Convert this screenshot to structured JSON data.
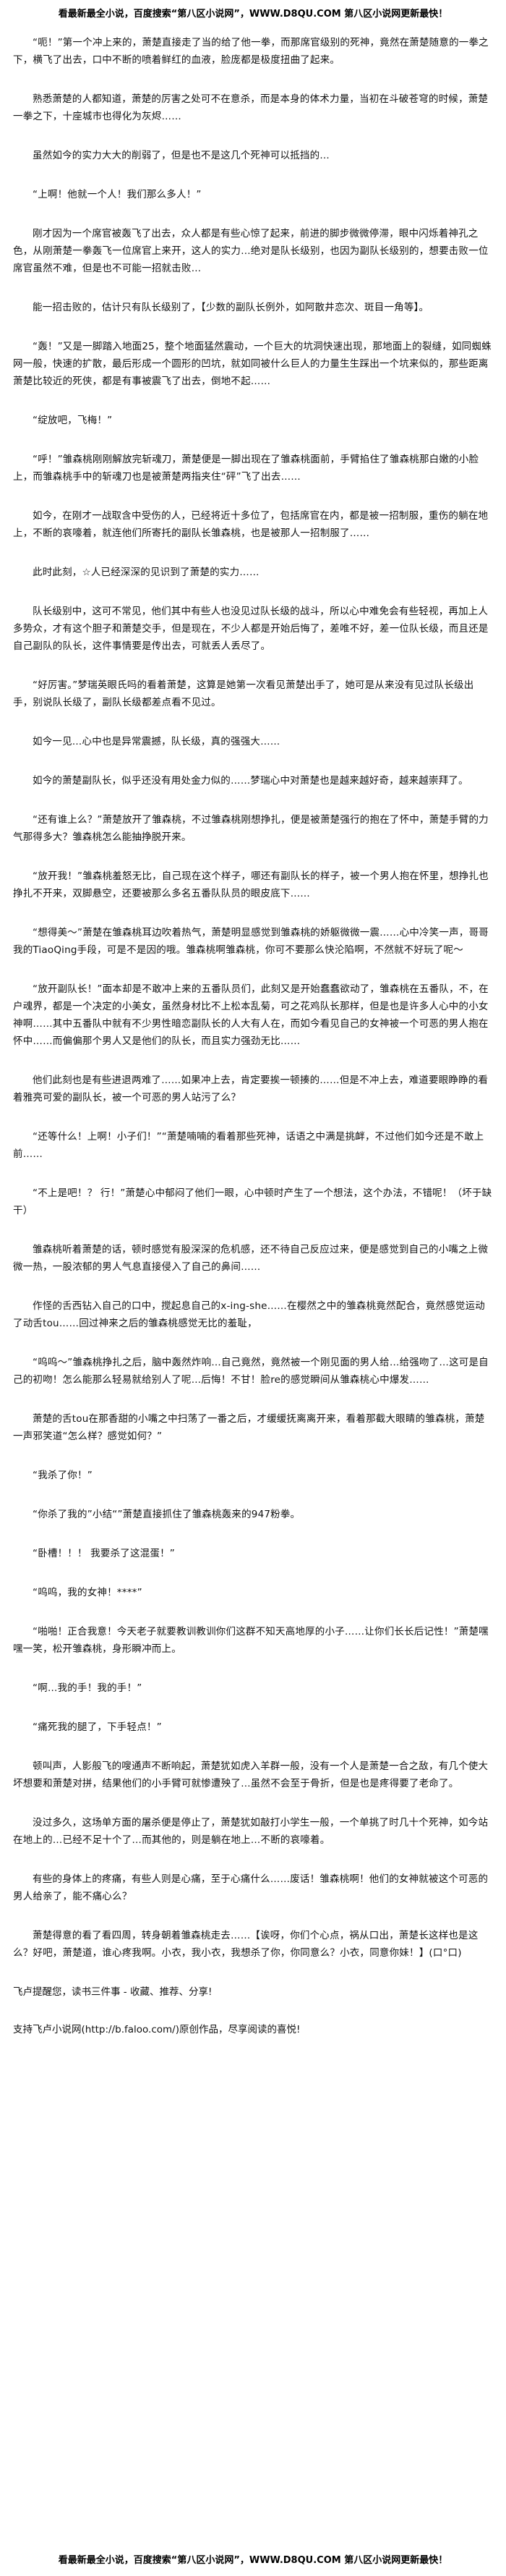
{
  "banner_top": "看最新最全小说，百度搜索“第八区小说网”，WWW.D8QU.COM 第八区小说网更新最快！",
  "banner_bottom": "看最新最全小说，百度搜索“第八区小说网”，WWW.D8QU.COM 第八区小说网更新最快！",
  "paragraphs": [
    "“呃！”第一个冲上来的，萧楚直接走了当的给了他一拳，而那席官级别的死神，竟然在萧楚随意的一拳之下，横飞了出去，口中不断的喷着鲜红的血液，脸庞都是极度扭曲了起来。",
    "熟悉萧楚的人都知道，萧楚的厉害之处可不在意杀，而是本身的体术力量，当初在斗破苍穹的时候，萧楚一拳之下，十座城市也得化为灰烬……",
    "虽然如今的实力大大的削弱了，但是也不是这几个死神可以抵挡的…",
    "“上啊！他就一个人！我们那么多人！”",
    "刚才因为一个席官被轰飞了出去，众人都是有些心惊了起来，前进的脚步微微停滞，眼中闪烁着神孔之色，从刚萧楚一拳轰飞一位席官上来开，这人的实力…绝对是队长级别，也因为副队长级别的，想要击败一位席官虽然不难，但是也不可能一招就击败…",
    "能一招击败的，估计只有队长级别了，【少数的副队长例外，如阿散井恋次、斑目一角等】。",
    "“轰！”又是一脚踏入地面25，整个地面猛然震动，一个巨大的坑洞快速出现，那地面上的裂缝，如同蜘蛛网一般，快速的扩散，最后形成一个圆形的凹坑，就如同被什么巨人的力量生生踩出一个坑来似的，那些距离萧楚比较近的死侠，都是有事被震飞了出去，倒地不起……",
    "“绽放吧，飞梅！”",
    "“呼！”雏森桃刚刚解放完斩魂刀，萧楚便是一脚出现在了雏森桃面前，手臂掐住了雏森桃那白嫩的小脸上，而雏森桃手中的斩魂刀也是被萧楚两指夹住“砰”飞了出去……",
    "如今，在刚才一战取含中受伤的人，已经将近十多位了，包括席官在内，都是被一招制服，重伤的躺在地上，不断的哀嚎着，就连他们所寄托的副队长雏森桃，也是被那人一招制服了……",
    "此时此刻，☆人已经深深的见识到了萧楚的实力……",
    "队长级别中，这可不常见，他们其中有些人也没见过队长级的战斗，所以心中难免会有些轻视，再加上人多势众，才有这个胆子和萧楚交手，但是现在，不少人都是开始后悔了，差唯不好，差一位队长级，而且还是自己副队的队长，这件事情要是传出去，可就丢人丢尽了。",
    "“好厉害。”梦瑞英眼氏吗的看着萧楚，这算是她第一次看见萧楚出手了，她可是从来没有见过队长级出手，别说队长级了，副队长级都差点看不见过。",
    "如今一见…心中也是异常震撼，队长级，真的强强大……",
    "如今的萧楚副队长，似乎还没有用处金力似的……梦瑞心中对萧楚也是越来越好奇，越来越崇拜了。",
    "“还有谁上么？”萧楚放开了雏森桃，不过雏森桃刚想挣扎，便是被萧楚强行的抱在了怀中，萧楚手臂的力气那得多大？雏森桃怎么能抽挣脱开来。",
    "“放开我！”雏森桃羞怒无比，自己现在这个样子，哪还有副队长的样子，被一个男人抱在怀里，想挣扎也挣扎不开来，双脚悬空，还要被那么多名五番队队员的眼皮底下……",
    "“想得美～”萧楚在雏森桃耳边吹着热气，萧楚明显感觉到雏森桃的娇躯微微一震……心中冷笑一声，哥哥我的TiaoQing手段，可是不是因的哦。雏森桃啊雏森桃，你可不要那么快沦陷啊，不然就不好玩了呢～",
    "“放开副队长！”面本却是不敢冲上来的五番队员们，此刻又是开始蠢蠢欲动了，雏森桃在五番队，不，在户魂界，都是一个决定的小美女，虽然身材比不上松本乱菊，可之花鸡队长那样，但是也是许多人心中的小女神啊……其中五番队中就有不少男性暗恋副队长的人大有人在，而如今看见自己的女神被一个可恶的男人抱在怀中……而偏偏那个男人又是他们的队长，而且实力强劲无比……",
    "他们此刻也是有些进退两难了……如果冲上去，肯定要挨一顿揍的……但是不冲上去，难道要眼睁睁的看着雅亮可爱的副队长，被一个可恶的男人站污了么？",
    "“还等什么！上啊！小子们！”“萧楚喃喃的看着那些死神，话语之中满是挑衅，不过他们如今还是不敢上前……",
    "“不上是吧！？ 行！”萧楚心中郁闷了他们一眼，心中顿时产生了一个想法，这个办法，不错呢！（坏于缺干）",
    "雏森桃听着萧楚的话，顿时感觉有股深深的危机感，还不待自己反应过来，便是感觉到自己的小嘴之上微微一热，一股浓郁的男人气息直接侵入了自己的鼻间……",
    "作怪的舌西钻入自己的口中，搅起息自己的x-ing-she……在樱然之中的雏森桃竟然配合，竟然感觉运动了动舌tou……回过神来之后的雏森桃感觉无比的羞耻，",
    "“呜呜～”雏森桃挣扎之后，脑中轰然炸响…自己竟然，竟然被一个刚见面的男人给…给强吻了…这可是自己的初吻！怎么能那么轻易就给别人了呢…后悔！不甘！脸re的感觉瞬间从雏森桃心中爆发……",
    "萧楚的舌tou在那香甜的小嘴之中扫荡了一番之后，才缓缓抚离离开来，看着那截大眼睛的雏森桃，萧楚一声邪笑道“怎么样？感觉如何？”",
    "“我杀了你！”",
    "“你杀了我的”小结“”萧楚直接抓住了雏森桃轰来的947粉拳。",
    "“卧槽！！！ 我要杀了这混蛋！”",
    "“呜呜，我的女神！****”",
    "“啪啪！正合我意！今天老子就要教训教训你们这群不知天高地厚的小子……让你们长长后记性！”萧楚嘿嘿一笑，松开雏森桃，身形瞬冲而上。",
    "“啊…我的手！我的手！”",
    "“痛死我的腿了，下手轻点！”",
    "顿叫声，人影般飞的嗖通声不断响起，萧楚犹如虎入羊群一般，没有一个人是萧楚一合之敌，有几个使大坏想要和萧楚对拼，结果他们的小手臂可就惨遭殃了…虽然不会至于骨折，但是也是疼得要了老命了。",
    "没过多久，这场单方面的屠杀便是停止了，萧楚犹如敲打小学生一般，一个单挑了时几十个死神，如今站在地上的…已经不足十个了…而其他的，则是躺在地上…不断的哀嚎着。",
    "有些的身体上的疼痛，有些人则是心痛，至于心痛什么……废话！雏森桃啊！他们的女神就被这个可恶的男人给亲了，能不痛心么？",
    "萧楚得意的看了看四周，转身朝着雏森桃走去……【诶呀，你们个心点，祸从口出，萧楚长这样也是这么？好吧，萧楚道，谁心疼我啊。小衣，我小衣，我想杀了你，你同意么？小衣，同意你妹！】(口°口)"
  ],
  "footer_lines": [
    "飞卢提醒您，读书三件事 - 收藏、推荐、分享!",
    "支持飞卢小说网(http://b.faloo.com/)原创作品，尽享阅读的喜悦!"
  ]
}
